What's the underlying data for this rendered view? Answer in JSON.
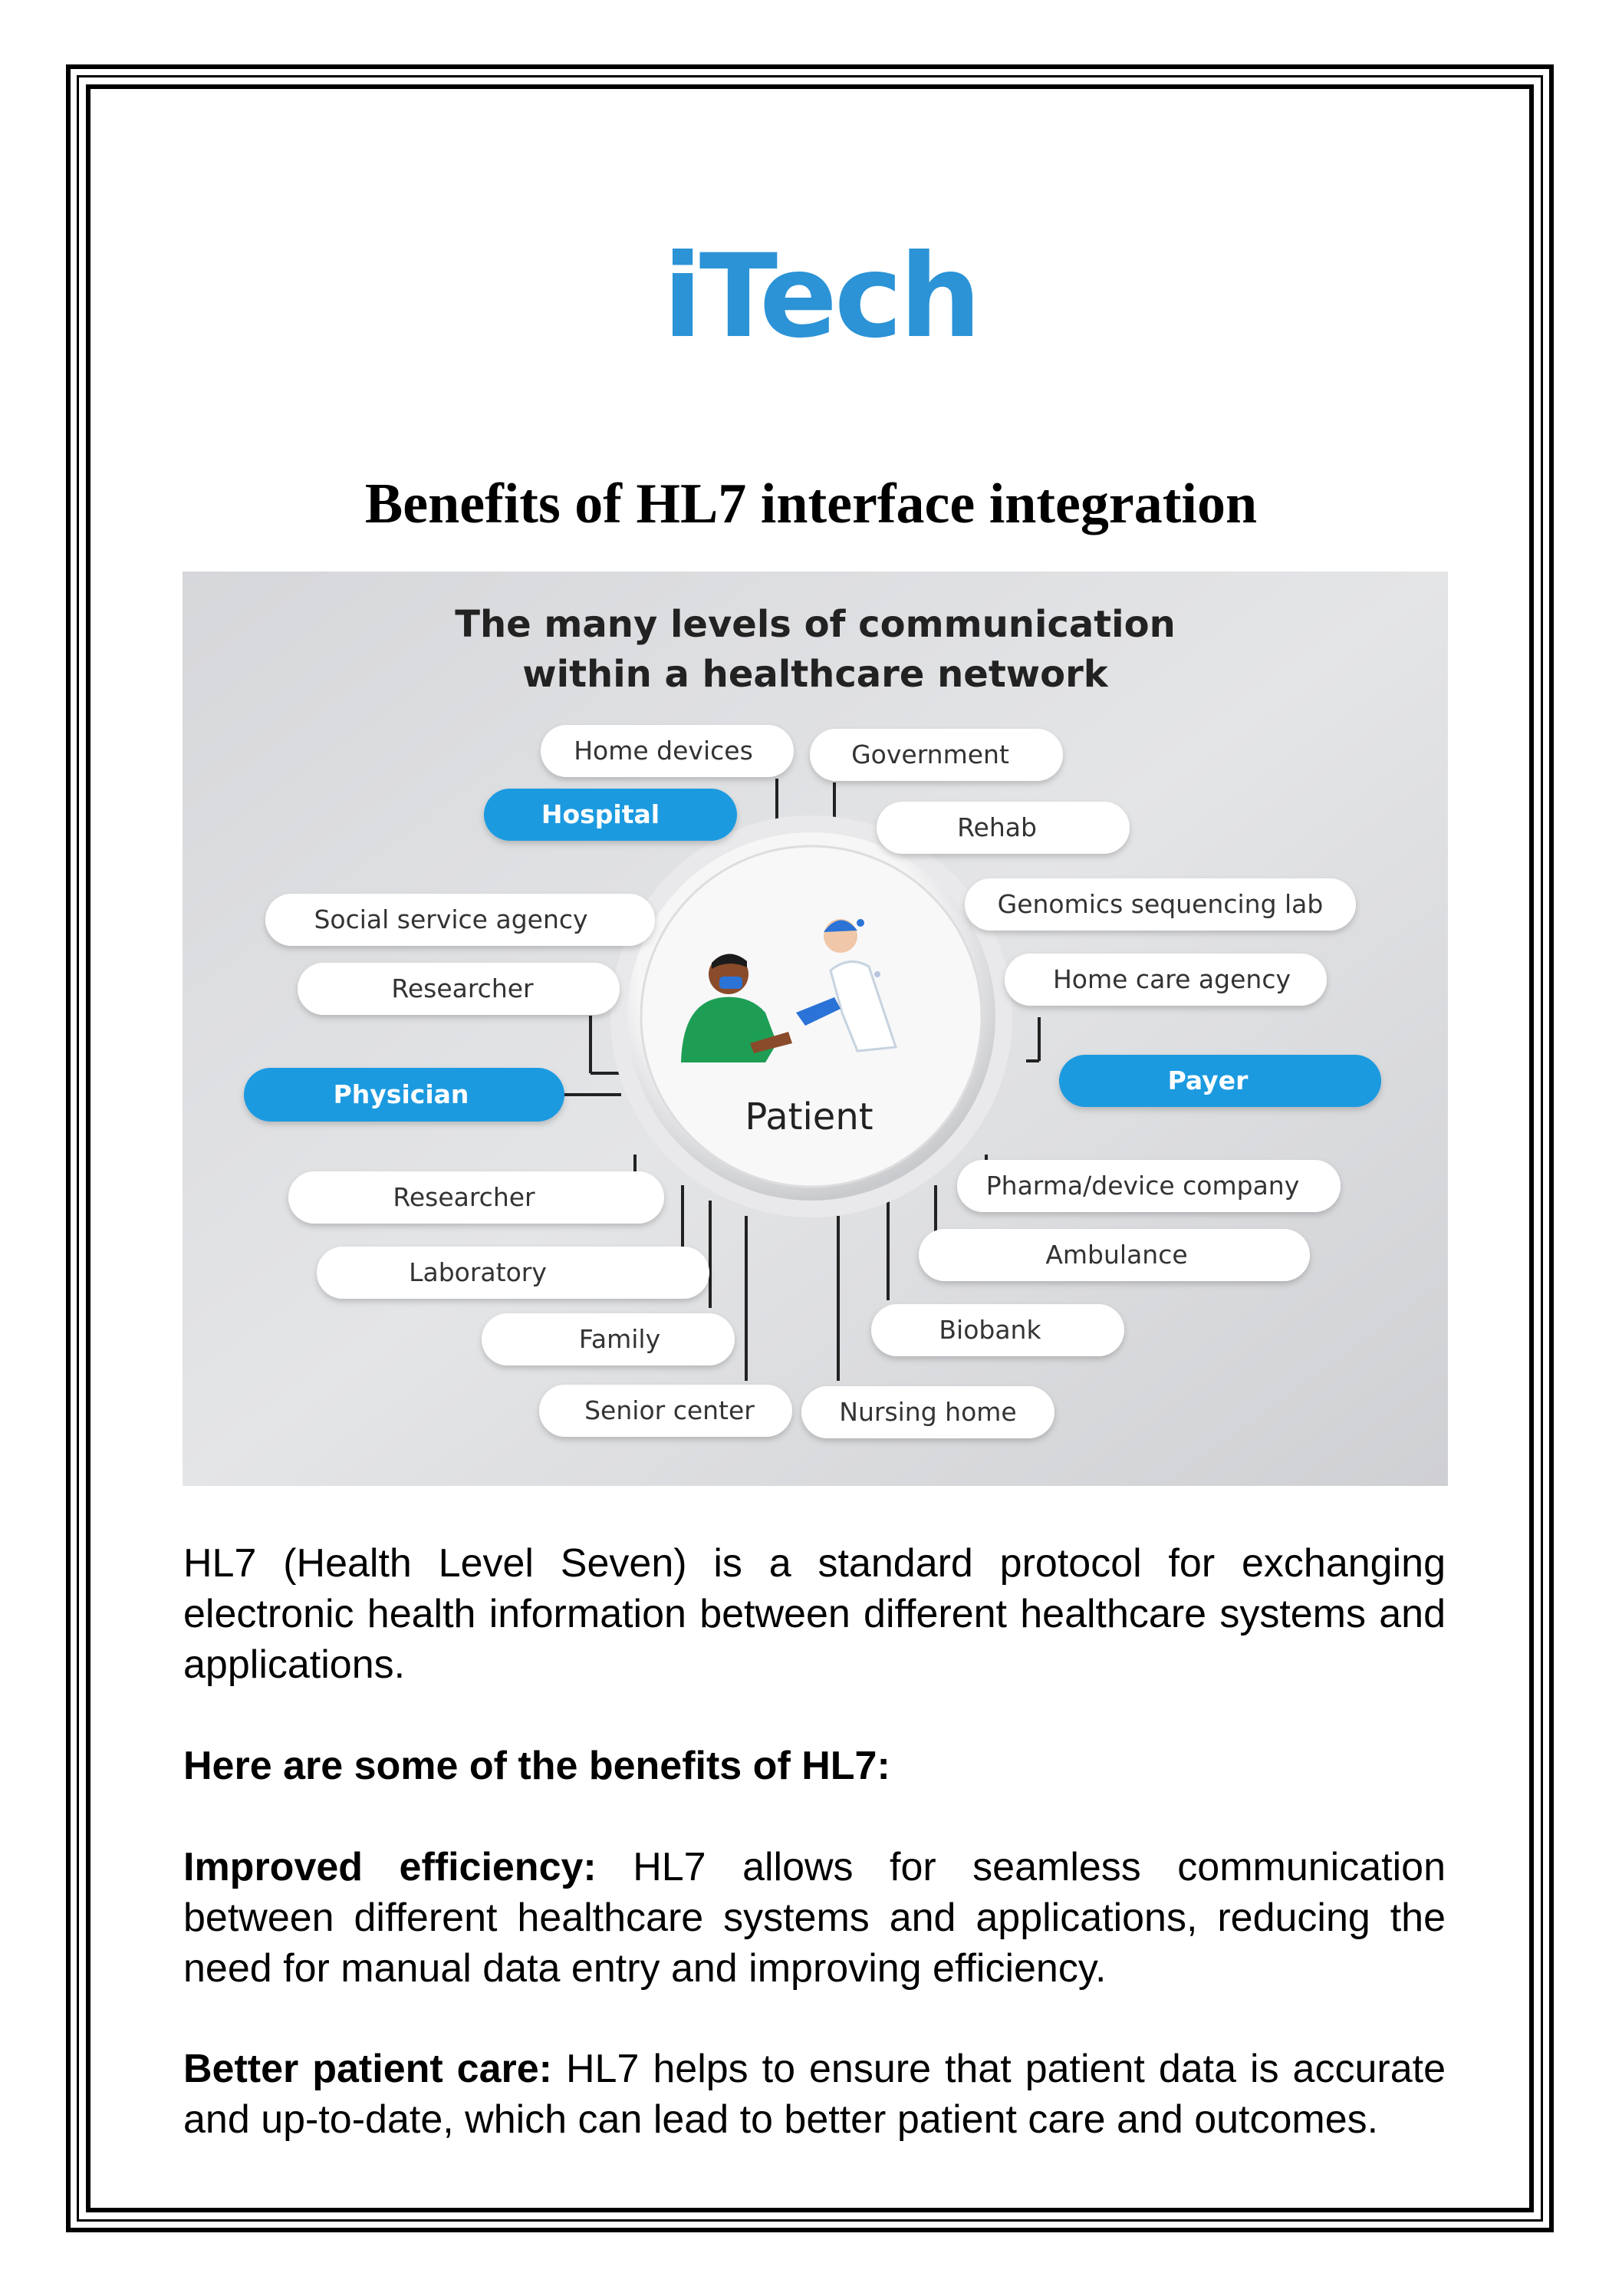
{
  "logo": {
    "text": "iTech",
    "color": "#2b93d6"
  },
  "title": "Benefits of HL7 interface integration",
  "infographic": {
    "heading_line1": "The many levels of communication",
    "heading_line2": "within a healthcare network",
    "center_label": "Patient",
    "nodes": {
      "home_devices": "Home devices",
      "government": "Government",
      "hospital": "Hospital",
      "rehab": "Rehab",
      "social_service_agency": "Social service agency",
      "genomics_sequencing_lab": "Genomics sequencing lab",
      "researcher_top": "Researcher",
      "home_care_agency": "Home care agency",
      "physician": "Physician",
      "payer": "Payer",
      "researcher_bottom": "Researcher",
      "pharma_device_company": "Pharma/device company",
      "laboratory": "Laboratory",
      "ambulance": "Ambulance",
      "family": "Family",
      "biobank": "Biobank",
      "senior_center": "Senior center",
      "nursing_home": "Nursing home"
    },
    "colors": {
      "accent": "#1b9ae0",
      "background": "#d9dadc",
      "pill": "#ffffff",
      "text": "#333333"
    }
  },
  "intro": "HL7 (Health Level Seven) is a standard protocol for exchanging electronic health information between different healthcare systems and applications.",
  "benefits_heading": "Here are some of the benefits of HL7:",
  "benefits": [
    {
      "label": "Improved efficiency:",
      "text": " HL7 allows for seamless communication between different healthcare systems and applications, reducing the need for manual data entry and improving efficiency."
    },
    {
      "label": "Better patient care:",
      "text": " HL7 helps to ensure that patient data is accurate and up-to-date, which can lead to better patient care and outcomes."
    }
  ]
}
